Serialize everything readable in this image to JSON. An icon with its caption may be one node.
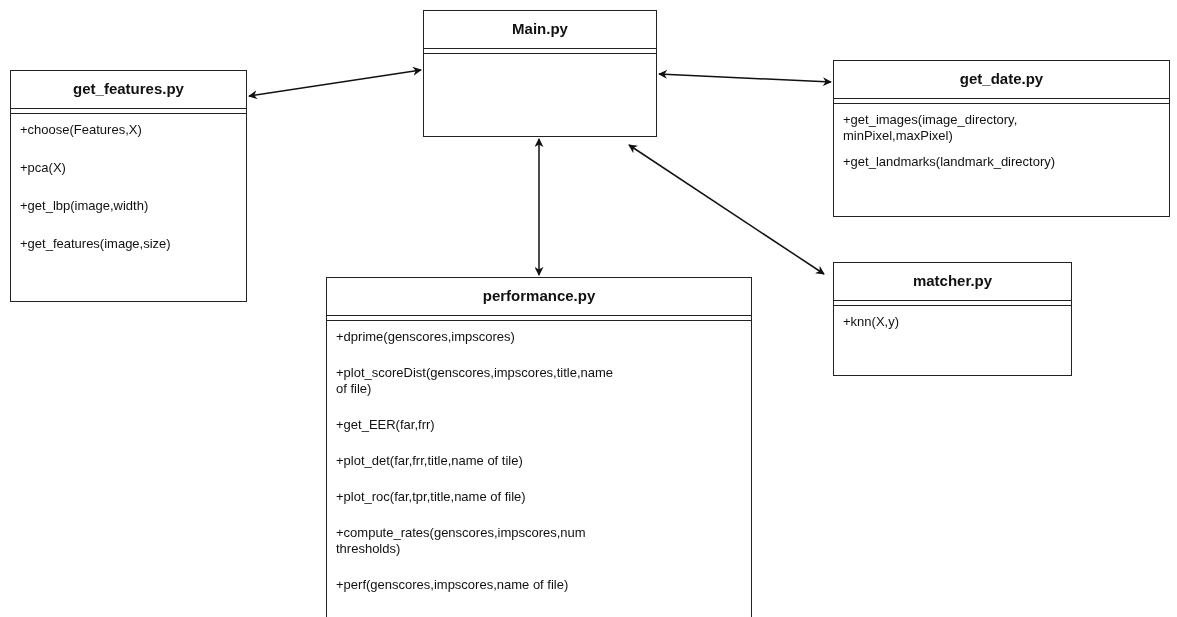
{
  "diagram": {
    "nodes": [
      {
        "text": [
          "Main.py"
        ]
      },
      {
        "text": [
          "get_features.py",
          "+choose(Features,X)",
          "+pca(X)",
          "+get_lbp(image,width)",
          "+get_features(image,size)"
        ]
      },
      {
        "text": [
          "get_date.py",
          "+get_images(image_directory, minPixel,maxPixel)",
          "+get_landmarks(landmark_directory)"
        ]
      },
      {
        "text": [
          "performance.py",
          "+dprime(genscores,impscores)",
          "+plot_scoreDist(genscores,impscores,title,name of file)",
          "+get_EER(far,frr)",
          "+plot_det(far,frr,title,name of tile)",
          "+plot_roc(far,tpr,title,name of file)",
          "+compute_rates(genscores,impscores,num thresholds)",
          "+perf(genscores,impscores,name of file)"
        ]
      },
      {
        "text": [
          "matcher.py",
          "+knn(X,y)"
        ]
      }
    ],
    "edges": [
      {
        "from": 0,
        "to": 1,
        "arrow": "both"
      },
      {
        "from": 0,
        "to": 2,
        "arrow": "both"
      },
      {
        "from": 0,
        "to": 3,
        "arrow": "both"
      },
      {
        "from": 0,
        "to": 4,
        "arrow": "both"
      }
    ]
  }
}
